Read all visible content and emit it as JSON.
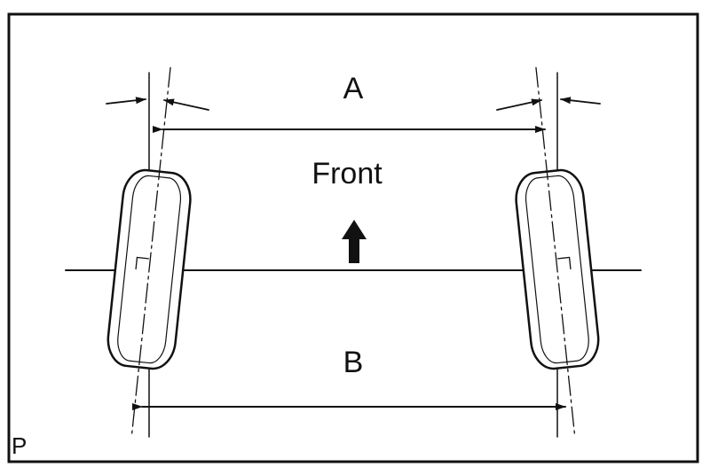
{
  "diagram": {
    "label_a": "A",
    "label_b": "B",
    "label_front": "Front",
    "label_corner": "P",
    "colors": {
      "ink": "#111111",
      "background": "#ffffff"
    }
  }
}
